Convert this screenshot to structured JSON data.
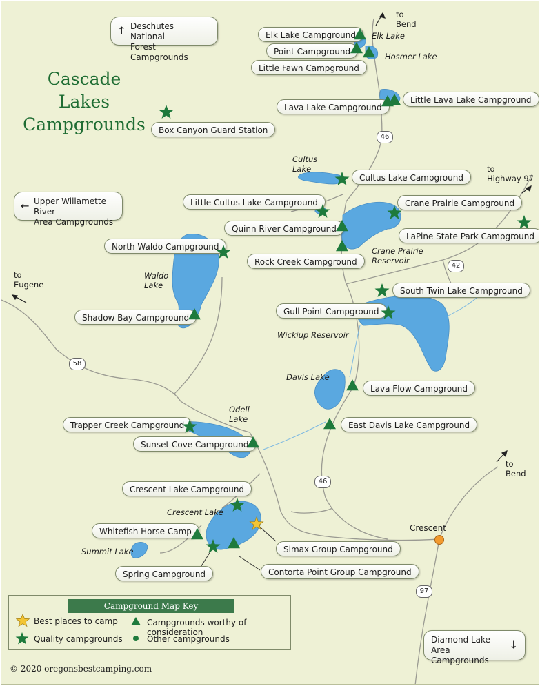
{
  "title": [
    "Cascade Lakes",
    "Campgrounds"
  ],
  "directions": [
    {
      "id": "deschutes",
      "lines": [
        "Deschutes National",
        "Forest Campgrounds"
      ],
      "arrow": "↑"
    },
    {
      "id": "willamette",
      "lines": [
        "Upper Willamette River",
        "Area Campgrounds"
      ],
      "arrow": "←"
    },
    {
      "id": "diamond",
      "lines": [
        "Diamond Lake",
        "Area Campgrounds"
      ],
      "arrow": "↓"
    }
  ],
  "road_destinations": [
    {
      "id": "to-bend-top",
      "lines": [
        "to",
        "Bend"
      ]
    },
    {
      "id": "to-hwy97",
      "lines": [
        "to",
        "Highway 97"
      ]
    },
    {
      "id": "to-eugene",
      "lines": [
        "to",
        "Eugene"
      ]
    },
    {
      "id": "to-bend-bottom",
      "lines": [
        "to",
        "Bend"
      ]
    }
  ],
  "highways": [
    "46",
    "42",
    "58",
    "46",
    "97"
  ],
  "town": "Crescent",
  "lakes": [
    "Elk Lake",
    "Hosmer Lake",
    "Cultus Lake",
    "Waldo Lake",
    "Crane  Prairie Reservoir",
    "Wickiup Reservoir",
    "Davis Lake",
    "Odell Lake",
    "Crescent Lake",
    "Summit Lake"
  ],
  "campgrounds": [
    {
      "name": "Elk Lake Campground",
      "rating": "consideration"
    },
    {
      "name": "Point Campground",
      "rating": "consideration"
    },
    {
      "name": "Little Fawn Campground",
      "rating": "consideration"
    },
    {
      "name": "Lava Lake Campground",
      "rating": "consideration"
    },
    {
      "name": "Little Lava Lake Campground",
      "rating": "consideration"
    },
    {
      "name": "Box Canyon Guard Station",
      "rating": "quality"
    },
    {
      "name": "Cultus Lake Campground",
      "rating": "quality"
    },
    {
      "name": "Little Cultus Lake Campground",
      "rating": "quality"
    },
    {
      "name": "Crane Prairie Campground",
      "rating": "quality"
    },
    {
      "name": "Quinn River Campground",
      "rating": "consideration"
    },
    {
      "name": "LaPine State Park Campground",
      "rating": "quality"
    },
    {
      "name": "North Waldo Campground",
      "rating": "quality"
    },
    {
      "name": "Rock Creek Campground",
      "rating": "consideration"
    },
    {
      "name": "South Twin Lake Campground",
      "rating": "quality"
    },
    {
      "name": "Gull Point Campground",
      "rating": "quality"
    },
    {
      "name": "Shadow Bay Campground",
      "rating": "consideration"
    },
    {
      "name": "Lava Flow Campground",
      "rating": "consideration"
    },
    {
      "name": "Trapper Creek Campground",
      "rating": "quality"
    },
    {
      "name": "East Davis Lake Campground",
      "rating": "consideration"
    },
    {
      "name": "Sunset Cove Campground",
      "rating": "consideration"
    },
    {
      "name": "Crescent Lake Campground",
      "rating": "quality"
    },
    {
      "name": "Whitefish Horse Camp",
      "rating": "consideration"
    },
    {
      "name": "Simax Group Campground",
      "rating": "best"
    },
    {
      "name": "Spring Campground",
      "rating": "quality"
    },
    {
      "name": "Contorta Point Group Campground",
      "rating": "consideration"
    }
  ],
  "key": {
    "title": "Campground Map Key",
    "items": [
      "Best places to camp",
      "Campgrounds worthy of consideration",
      "Quality campgrounds",
      "Other campgrounds"
    ]
  },
  "copyright": "2020 oregonsbestcamping.com",
  "colors": {
    "background": "#eef1d5",
    "water": "#5aa8e0",
    "road": "#9a9a92",
    "marker": "#1e7a3c",
    "best": "#f3c534",
    "town": "#f29a2e",
    "title": "#1f6d33"
  }
}
